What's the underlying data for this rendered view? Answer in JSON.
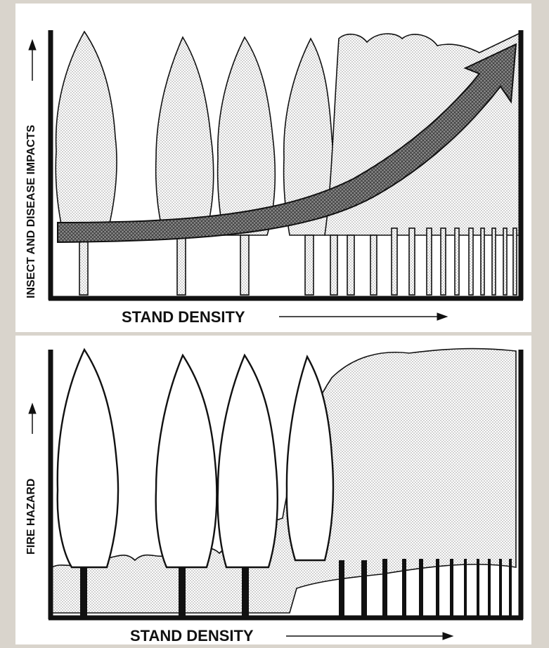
{
  "top_panel": {
    "y_axis_label": "INSECT AND DISEASE IMPACTS",
    "x_axis_label": "STAND DENSITY"
  },
  "bottom_panel": {
    "y_axis_label": "FIRE HAZARD",
    "x_axis_label": "STAND DENSITY"
  },
  "colors": {
    "background": "#d9d4cc",
    "panel": "#ffffff",
    "ink": "#111111",
    "stipple": "#c9c9c9",
    "arrow_fill": "#6a6a6a"
  }
}
